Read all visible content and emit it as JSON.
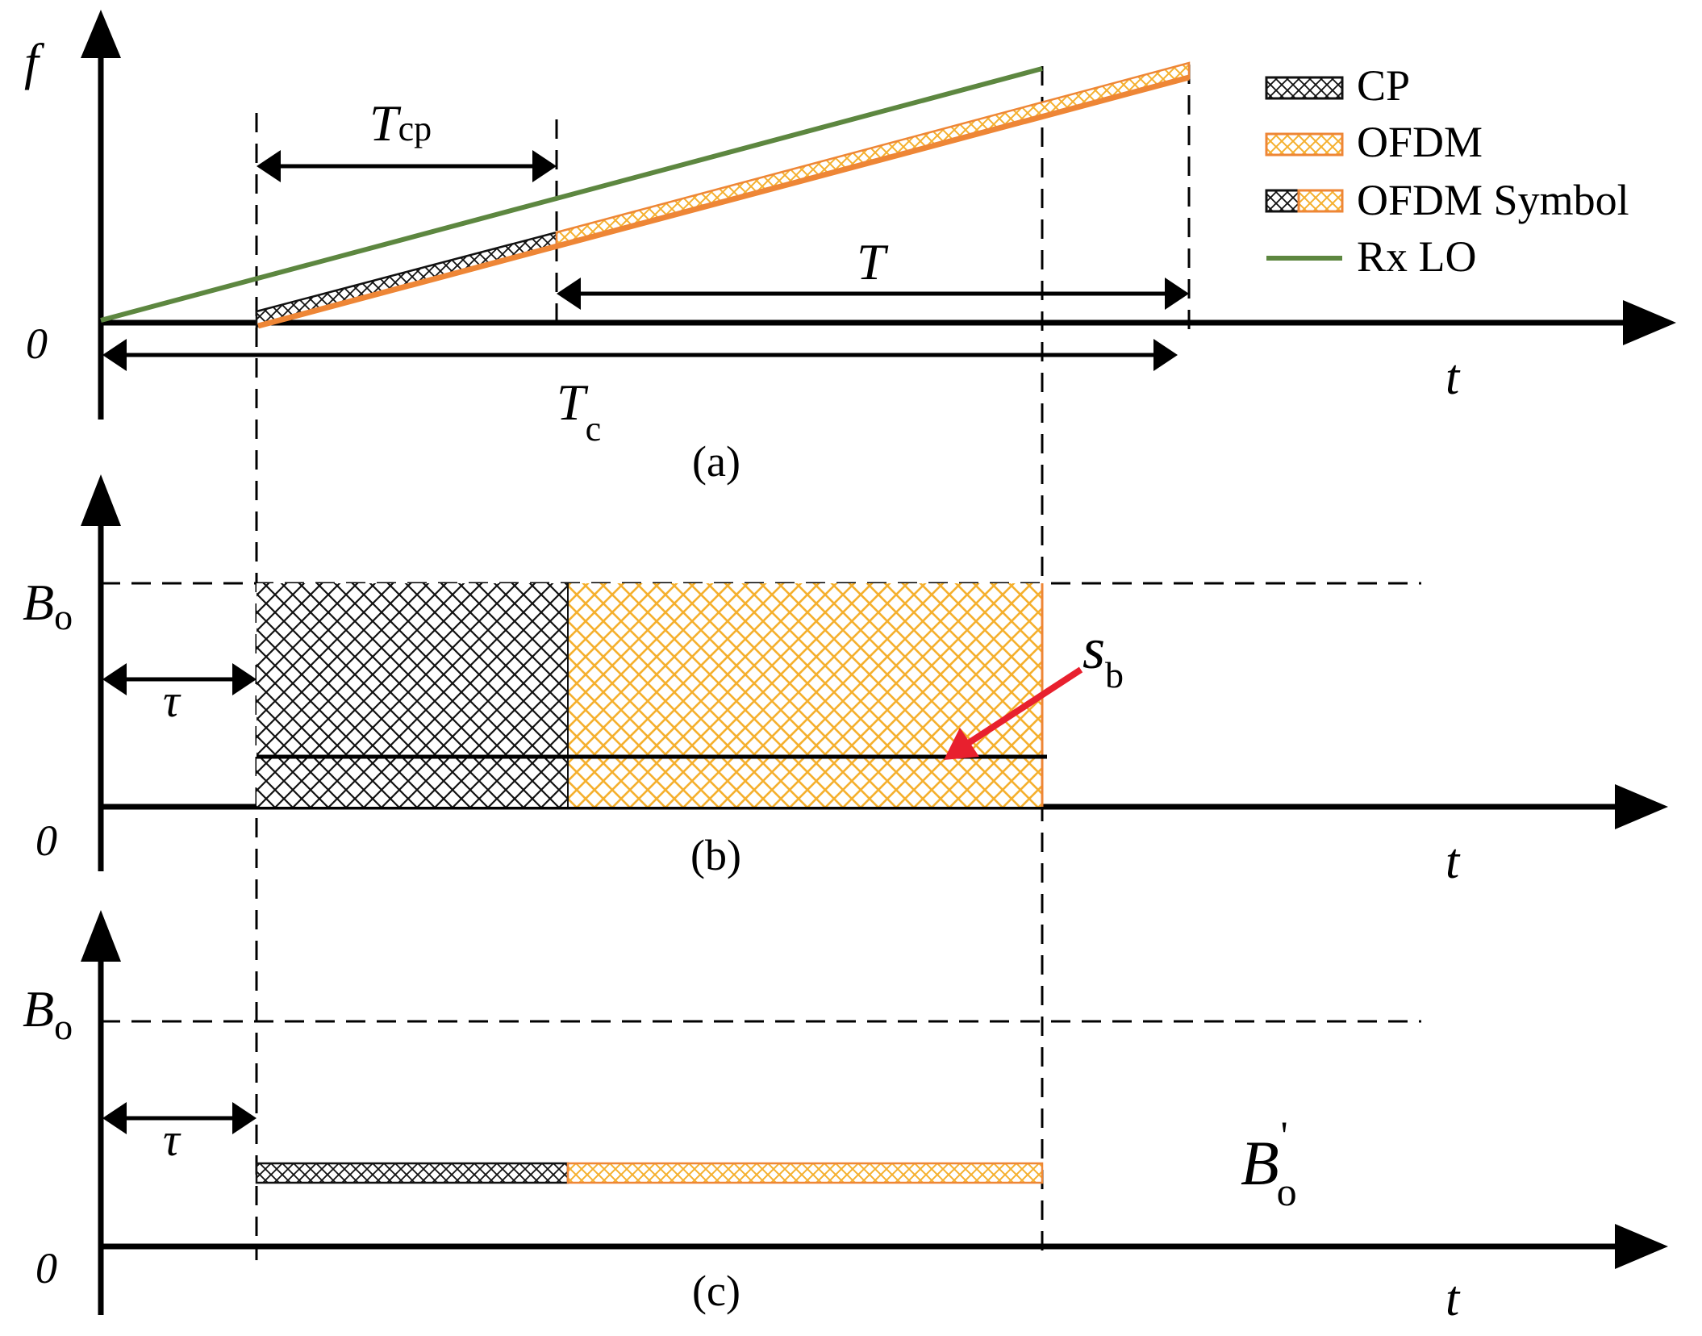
{
  "colors": {
    "axis": "#000000",
    "cp": "#000000",
    "ofdm": "#ee8636",
    "ofdm_pattern": "#f5b02e",
    "rx_lo": "#5d8740",
    "arrow_sb": "#e8202e"
  },
  "legend": {
    "cp": "CP",
    "ofdm": "OFDM",
    "ofdm_symbol": "OFDM Symbol",
    "rx_lo": "Rx LO"
  },
  "panel_a": {
    "f_label": "f",
    "zero": "0",
    "t_label": "t",
    "tcp_main": "T",
    "tcp_sub": "cp",
    "t_period": "T",
    "tc_main": "T",
    "tc_sub": "c",
    "caption": "(a)"
  },
  "panel_b": {
    "bo_main": "B",
    "bo_sub": "o",
    "zero": "0",
    "t_label": "t",
    "tau": "τ",
    "sb_main": "s",
    "sb_sub": "b",
    "caption": "(b)"
  },
  "panel_c": {
    "bo_main": "B",
    "bo_sub": "o",
    "zero": "0",
    "t_label": "t",
    "tau": "τ",
    "bo2_main": "B",
    "bo2_sub": "o",
    "bo2_prime": "'",
    "caption": "(c)"
  }
}
